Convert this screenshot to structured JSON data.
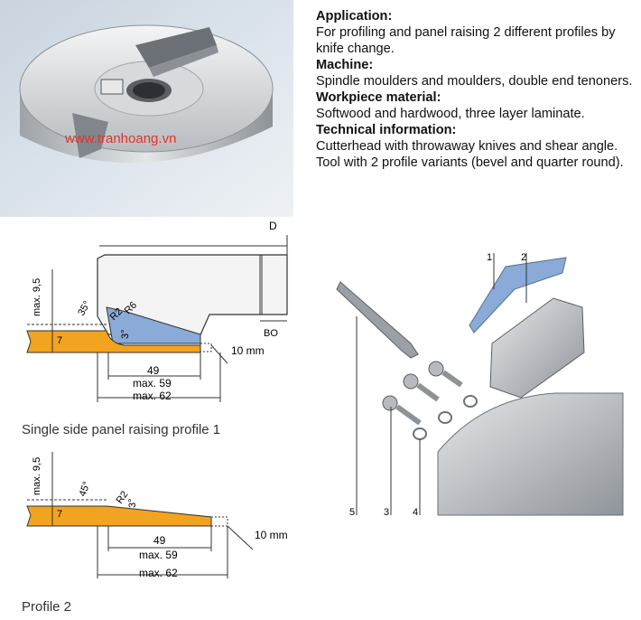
{
  "watermark": "www.tranhoang.vn",
  "application": {
    "heading": "Application:",
    "text": "For profiling and panel raising 2 different profiles by knife change."
  },
  "machine": {
    "heading": "Machine:",
    "text": "Spindle moulders and moulders, double end tenoners."
  },
  "workpiece": {
    "heading": "Workpiece material:",
    "text": "Softwood and hardwood, three layer laminate."
  },
  "technical": {
    "heading": "Technical information:",
    "text": "Cutterhead with throwaway knives and shear angle. Tool with 2 profile variants (bevel and quarter round)."
  },
  "profile1": {
    "caption": "Single side panel raising profile 1",
    "labels": {
      "d": "D",
      "bo": "BO",
      "max95": "max. 9,5",
      "seven": "7",
      "angle35": "35°",
      "r2": "R2",
      "r6": "R6",
      "angle3": "3°",
      "dim49": "49",
      "max59": "max. 59",
      "max62": "max. 62",
      "ten_mm": "10 mm"
    }
  },
  "profile2": {
    "caption": "Profile 2",
    "labels": {
      "max95": "max. 9,5",
      "seven": "7",
      "angle45": "45°",
      "r2": "R2",
      "angle3": "3°",
      "dim49": "49",
      "max59": "max. 59",
      "max62": "max. 62",
      "ten_mm": "10 mm"
    }
  },
  "exploded": {
    "callouts": [
      "1",
      "2",
      "3",
      "4",
      "5"
    ]
  },
  "colors": {
    "wood": "#f2a31f",
    "knife": "#8aaad8",
    "steel": "#c8ccd0",
    "line": "#333333"
  }
}
